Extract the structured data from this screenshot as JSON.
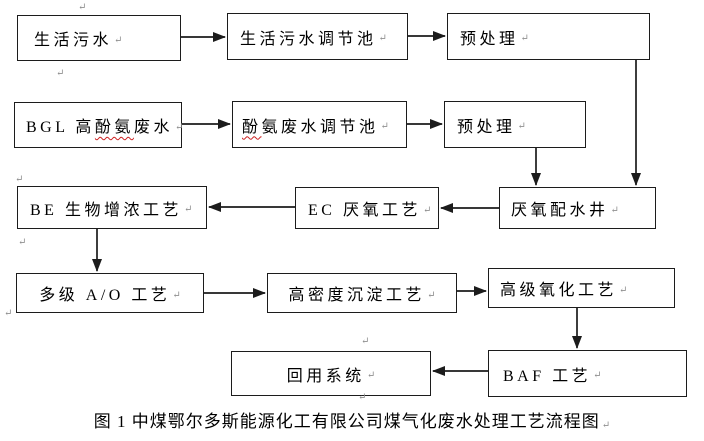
{
  "figure": {
    "caption": "图 1 中煤鄂尔多斯能源化工有限公司煤气化废水处理工艺流程图"
  },
  "marks": {
    "return_glyph": "↵"
  },
  "colors": {
    "background": "#ffffff",
    "line": "#1c1c1c",
    "text": "#000000",
    "spellcheck_underline": "#cc1f1f",
    "formatting_mark": "#8f8f8f"
  },
  "nodes": {
    "domestic_sewage": {
      "label": "生活污水"
    },
    "domestic_equalization_tank": {
      "label": "生活污水调节池"
    },
    "pretreatment_1": {
      "label": "预处理"
    },
    "bgl_wastewater": {
      "label": "BGL 高酚氨废水",
      "label_pre": "BGL 高",
      "label_misspelled": "酚氨",
      "label_post": "废水"
    },
    "phenol_ammonia_equalization_tank": {
      "label": "酚氨废水调节池",
      "label_misspelled": "酚",
      "label_post": "氨废水调节池"
    },
    "pretreatment_2": {
      "label": "预处理"
    },
    "be_bio_enrichment": {
      "label": "BE 生物增浓工艺"
    },
    "ec_anaerobic": {
      "label": "EC 厌氧工艺"
    },
    "anaerobic_distribution_well": {
      "label": "厌氧配水井"
    },
    "multistage_ao": {
      "label": "多级 A/O 工艺"
    },
    "high_density_sedimentation": {
      "label": "高密度沉淀工艺"
    },
    "advanced_oxidation": {
      "label": "高级氧化工艺"
    },
    "reuse_system": {
      "label": "回用系统"
    },
    "baf": {
      "label": "BAF 工艺"
    }
  },
  "edges": [
    {
      "from": "domestic_sewage",
      "to": "domestic_equalization_tank"
    },
    {
      "from": "domestic_equalization_tank",
      "to": "pretreatment_1"
    },
    {
      "from": "pretreatment_1",
      "to": "anaerobic_distribution_well"
    },
    {
      "from": "bgl_wastewater",
      "to": "phenol_ammonia_equalization_tank"
    },
    {
      "from": "phenol_ammonia_equalization_tank",
      "to": "pretreatment_2"
    },
    {
      "from": "pretreatment_2",
      "to": "anaerobic_distribution_well"
    },
    {
      "from": "anaerobic_distribution_well",
      "to": "ec_anaerobic"
    },
    {
      "from": "ec_anaerobic",
      "to": "be_bio_enrichment"
    },
    {
      "from": "be_bio_enrichment",
      "to": "multistage_ao"
    },
    {
      "from": "multistage_ao",
      "to": "high_density_sedimentation"
    },
    {
      "from": "high_density_sedimentation",
      "to": "advanced_oxidation"
    },
    {
      "from": "advanced_oxidation",
      "to": "baf"
    },
    {
      "from": "baf",
      "to": "reuse_system"
    }
  ]
}
